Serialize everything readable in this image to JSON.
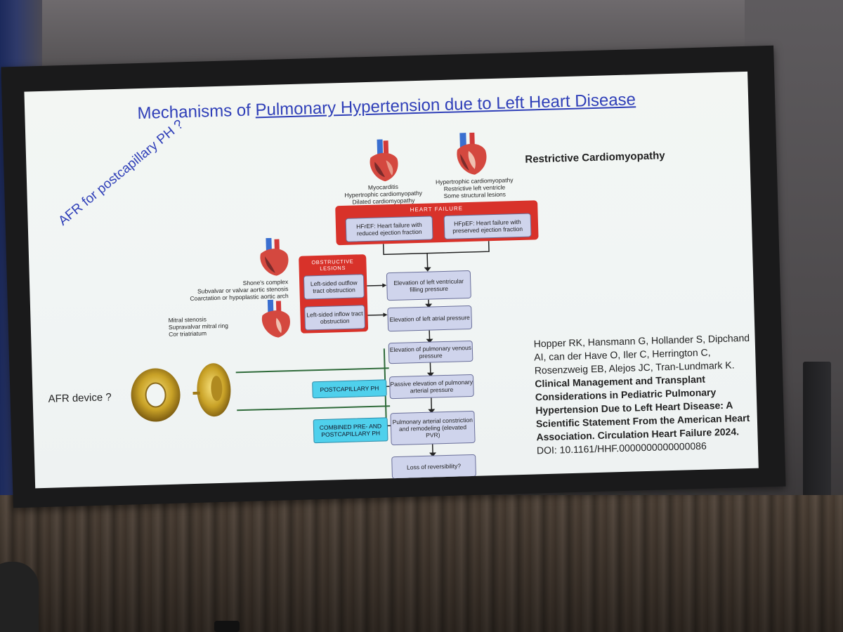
{
  "slide": {
    "title_prefix": "Mechanisms of ",
    "title_underlined": "Pulmonary Hypertension due to Left Heart Disease",
    "diagonal_note": "AFR for postcapillary PH ?",
    "restrictive_label": "Restrictive Cardiomyopathy",
    "heart_captions": {
      "left": [
        "Myocarditis",
        "Hypertrophic cardiomyopathy",
        "Dilated cardiomyopathy"
      ],
      "right": [
        "Hypertrophic cardiomyopathy",
        "Restrictive left ventricle",
        "Some structural lesions"
      ]
    },
    "side_captions": {
      "outflow": [
        "Shone's complex",
        "Subvalvar or valvar aortic stenosis",
        "Coarctation or hypoplastic aortic arch"
      ],
      "inflow": [
        "Mitral stenosis",
        "Supravalvar mitral ring",
        "Cor triatriatum"
      ]
    },
    "heart_failure": {
      "heading": "HEART FAILURE",
      "hfref": "HFrEF: Heart failure with reduced ejection fraction",
      "hfpef": "HFpEF: Heart failure with preserved ejection fraction"
    },
    "obstructive": {
      "heading": "OBSTRUCTIVE LESIONS",
      "outflow": "Left-sided outflow tract obstruction",
      "inflow": "Left-sided inflow tract obstruction"
    },
    "flow_steps": [
      "Elevation of left ventricular filling pressure",
      "Elevation of left atrial pressure",
      "Elevation of pulmonary venous pressure",
      "Passive elevation of pulmonary arterial pressure",
      "Pulmonary arterial constriction and remodeling (elevated PVR)",
      "Loss of reversibility?"
    ],
    "ph_labels": {
      "postcapillary": "POSTCAPILLARY PH",
      "combined": "COMBINED PRE- AND POSTCAPILLARY PH"
    },
    "afr_device_label": "AFR device ?",
    "reference": {
      "authors": "Hopper RK, Hansmann G, Hollander S, Dipchand AI, can der Have O, Iler C, Herrington C, Rosenzweig EB, Alejos JC, Tran-Lundmark K.",
      "title": "Clinical Management and Transplant Considerations in Pediatric Pulmonary Hypertension Due to Left Heart Disease: A Scientific Statement From the American Heart Association. Circulation Heart Failure 2024.",
      "doi": "DOI: 10.1161/HHF.0000000000000086"
    }
  },
  "colors": {
    "title_blue": "#2f3fb8",
    "box_red": "#d8322a",
    "box_lavender": "#cfd4ec",
    "ph_cyan": "#4fd0ec",
    "device_gold": "#c9a227"
  }
}
